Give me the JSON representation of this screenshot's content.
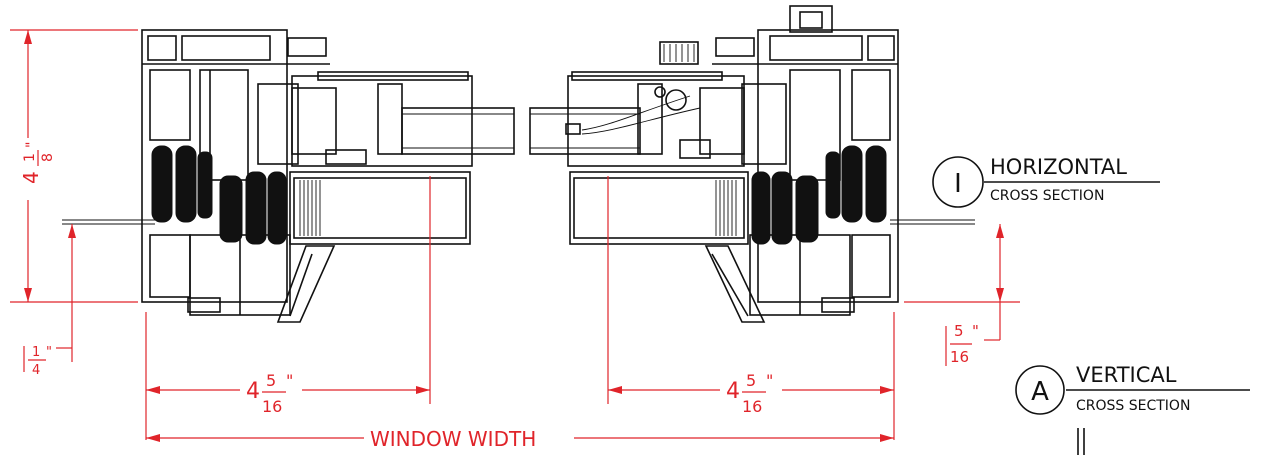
{
  "colors": {
    "dimension": "#e0242a",
    "linework": "#111111",
    "background": "#ffffff"
  },
  "dimensions": {
    "overall_height": {
      "whole": "4",
      "num": "1",
      "den": "8",
      "unit": "\""
    },
    "sill_offset": {
      "whole": "",
      "num": "1",
      "den": "4",
      "unit": "\""
    },
    "right_offset": {
      "whole": "",
      "num": "5",
      "den": "16",
      "unit": "\""
    },
    "left_width": {
      "whole": "4",
      "num": "5",
      "den": "16",
      "unit": "\""
    },
    "right_width": {
      "whole": "4",
      "num": "5",
      "den": "16",
      "unit": "\""
    },
    "window_width": "WINDOW WIDTH"
  },
  "callouts": [
    {
      "mark": "I",
      "title": "HORIZONTAL",
      "subtitle": "CROSS SECTION"
    },
    {
      "mark": "A",
      "title": "VERTICAL",
      "subtitle": "CROSS SECTION"
    }
  ]
}
